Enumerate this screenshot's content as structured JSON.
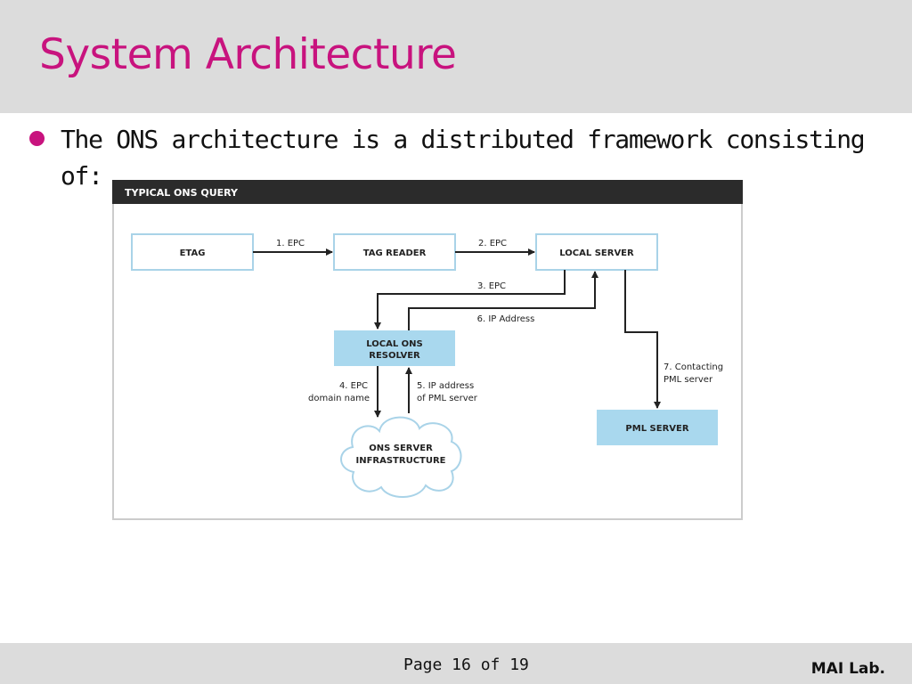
{
  "slide": {
    "title": "System Architecture",
    "bullet": "The ONS architecture is a distributed framework consisting of:"
  },
  "diagram": {
    "header": "TYPICAL ONS QUERY",
    "nodes": {
      "etag": "ETAG",
      "tag_reader": "TAG READER",
      "local_server": "LOCAL SERVER",
      "resolver": [
        "LOCAL ONS",
        "RESOLVER"
      ],
      "ons_infra": [
        "ONS SERVER",
        "INFRASTRUCTURE"
      ],
      "pml_server": "PML SERVER"
    },
    "edges": {
      "e1": "1. EPC",
      "e2": "2. EPC",
      "e3": "3. EPC",
      "e4": [
        "4. EPC",
        "domain name"
      ],
      "e5": [
        "5. IP address",
        "of PML server"
      ],
      "e6": "6. IP Address",
      "e7": [
        "7. Contacting",
        "PML server"
      ]
    }
  },
  "footer": {
    "page": "Page 16 of 19",
    "lab": "MAI Lab."
  },
  "colors": {
    "title": "#c8137e",
    "bullet": "#c8137e",
    "header_bar": "#dcdcdc",
    "diagram_header": "#2b2b2b",
    "node_fill_light": "#ffffff",
    "node_fill_blue": "#a9d8ee",
    "node_stroke": "#a9d3e8"
  }
}
